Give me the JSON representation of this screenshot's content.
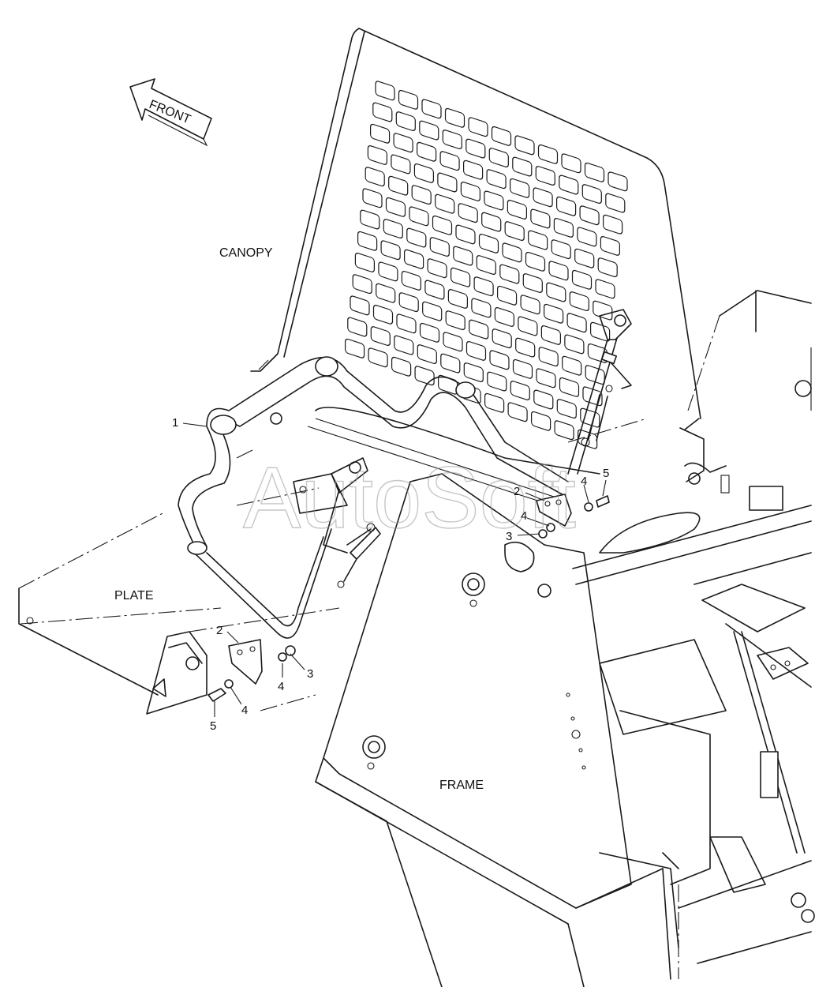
{
  "labels": {
    "front": "FRONT",
    "canopy": "CANOPY",
    "plate": "PLATE",
    "frame": "FRAME"
  },
  "watermark": "AutoSoft",
  "callouts": [
    {
      "id": "c1",
      "text": "1"
    },
    {
      "id": "c2a",
      "text": "2"
    },
    {
      "id": "c2b",
      "text": "2"
    },
    {
      "id": "c3a",
      "text": "3"
    },
    {
      "id": "c3b",
      "text": "3"
    },
    {
      "id": "c4a",
      "text": "4"
    },
    {
      "id": "c4b",
      "text": "4"
    },
    {
      "id": "c4c",
      "text": "4"
    },
    {
      "id": "c5a",
      "text": "5"
    },
    {
      "id": "c5b",
      "text": "5"
    }
  ],
  "grid": {
    "rows": 13,
    "cols": 11
  }
}
